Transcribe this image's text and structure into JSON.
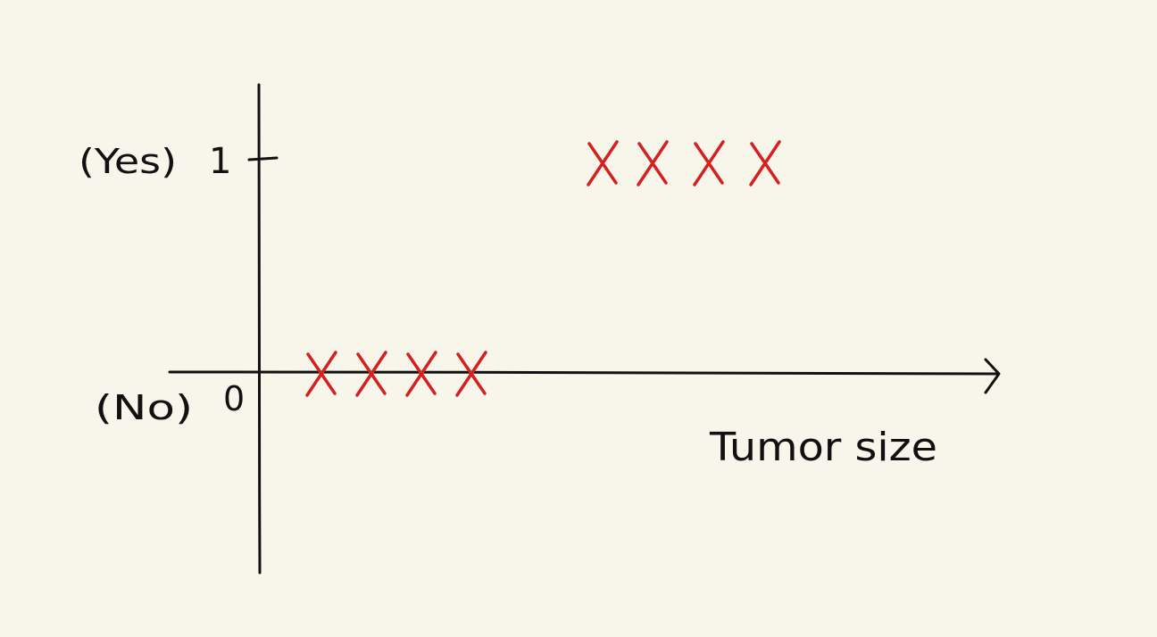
{
  "chart_data": {
    "type": "scatter",
    "title": "",
    "xlabel": "Tumor size",
    "ylabel": "",
    "y_ticks": [
      {
        "value": 0,
        "label": "0",
        "category": "(No)"
      },
      {
        "value": 1,
        "label": "1",
        "category": "(Yes)"
      }
    ],
    "ylim": [
      -0.95,
      1.35
    ],
    "xlim": [
      0,
      10
    ],
    "grid": false,
    "legend": "none",
    "series": [
      {
        "marker": "x",
        "color": "#d42020",
        "points": [
          {
            "x": 1,
            "y": 0
          },
          {
            "x": 1.8,
            "y": 0
          },
          {
            "x": 2.6,
            "y": 0
          },
          {
            "x": 3.4,
            "y": 0
          },
          {
            "x": 5.5,
            "y": 1
          },
          {
            "x": 6.3,
            "y": 1
          },
          {
            "x": 7.2,
            "y": 1
          },
          {
            "x": 8.1,
            "y": 1
          }
        ]
      }
    ]
  },
  "colors": {
    "background": "#f8f6ea",
    "axis": "#111111",
    "marker": "#d42020"
  }
}
